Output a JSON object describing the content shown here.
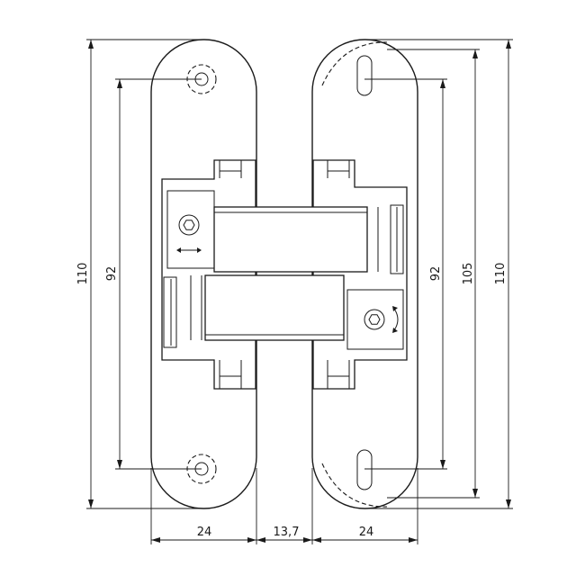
{
  "dimensions": {
    "left_total_height": "110",
    "left_hole_spacing": "92",
    "right_hole_spacing": "92",
    "right_slot_height": "105",
    "right_total_height": "110",
    "left_plate_width": "24",
    "gap_width": "13,7",
    "right_plate_width": "24"
  },
  "colors": {
    "line": "#1a1a1a",
    "background": "#ffffff"
  }
}
